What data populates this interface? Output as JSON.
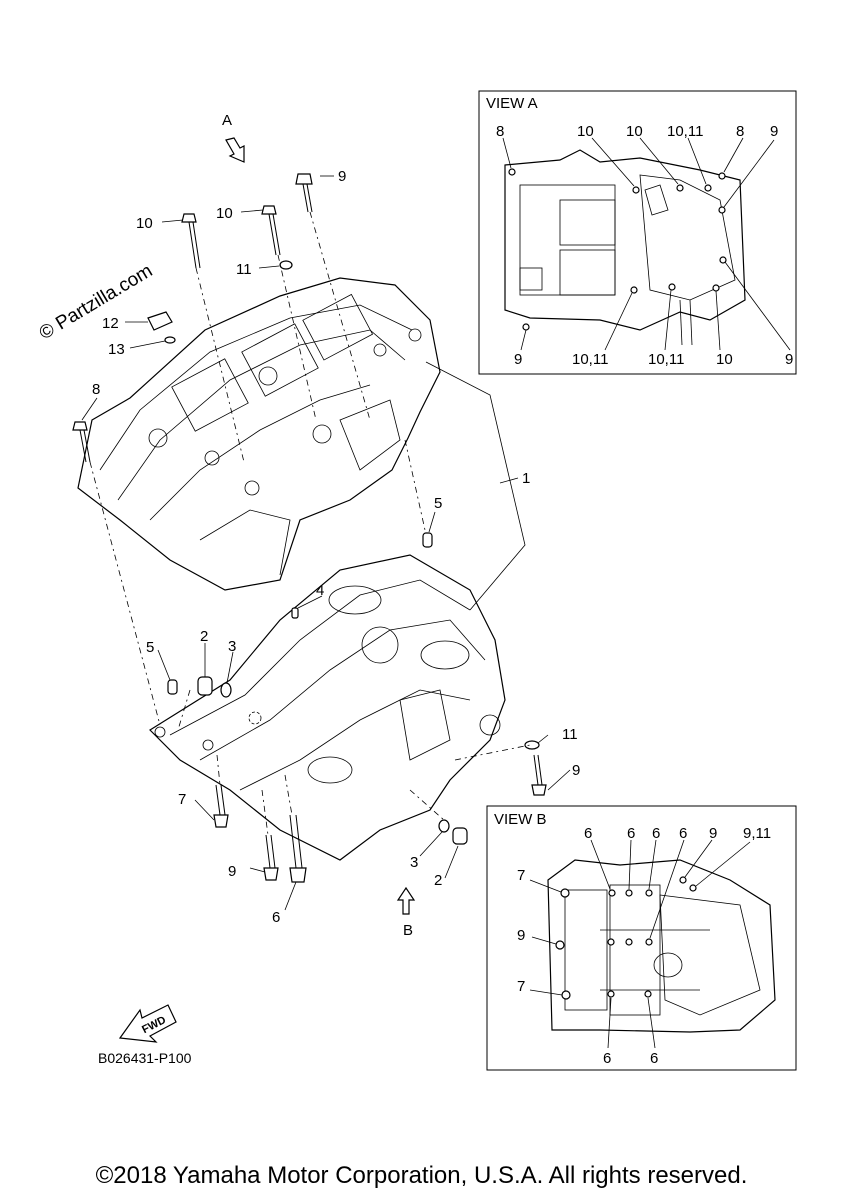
{
  "watermark": "© Partzilla.com",
  "drawing_code": "B026431-P100",
  "copyright": "©2018 Yamaha Motor Corporation, U.S.A. All rights reserved.",
  "fwd_label": "FWD",
  "arrows": {
    "a": "A",
    "b": "B"
  },
  "callouts": {
    "c1": "1",
    "c2a": "2",
    "c2b": "2",
    "c3a": "3",
    "c3b": "3",
    "c4": "4",
    "c5a": "5",
    "c5b": "5",
    "c6": "6",
    "c7": "7",
    "c8": "8",
    "c9a": "9",
    "c9b": "9",
    "c9c": "9",
    "c10a": "10",
    "c10b": "10",
    "c11a": "11",
    "c11b": "11",
    "c12": "12",
    "c13": "13"
  },
  "view_a": {
    "title": "VIEW A",
    "labels": {
      "t1": "8",
      "t2": "10",
      "t3": "10",
      "t4": "10,11",
      "t5": "8",
      "t6": "9",
      "b1": "9",
      "b2": "10,11",
      "b3": "10,11",
      "b4": "10",
      "b5": "9"
    }
  },
  "view_b": {
    "title": "VIEW B",
    "labels": {
      "t1": "6",
      "t2": "6",
      "t3": "6",
      "t4": "6",
      "t5": "9",
      "t6": "9,11",
      "l1": "7",
      "l2": "9",
      "l3": "7",
      "b1": "6",
      "b2": "6"
    }
  }
}
